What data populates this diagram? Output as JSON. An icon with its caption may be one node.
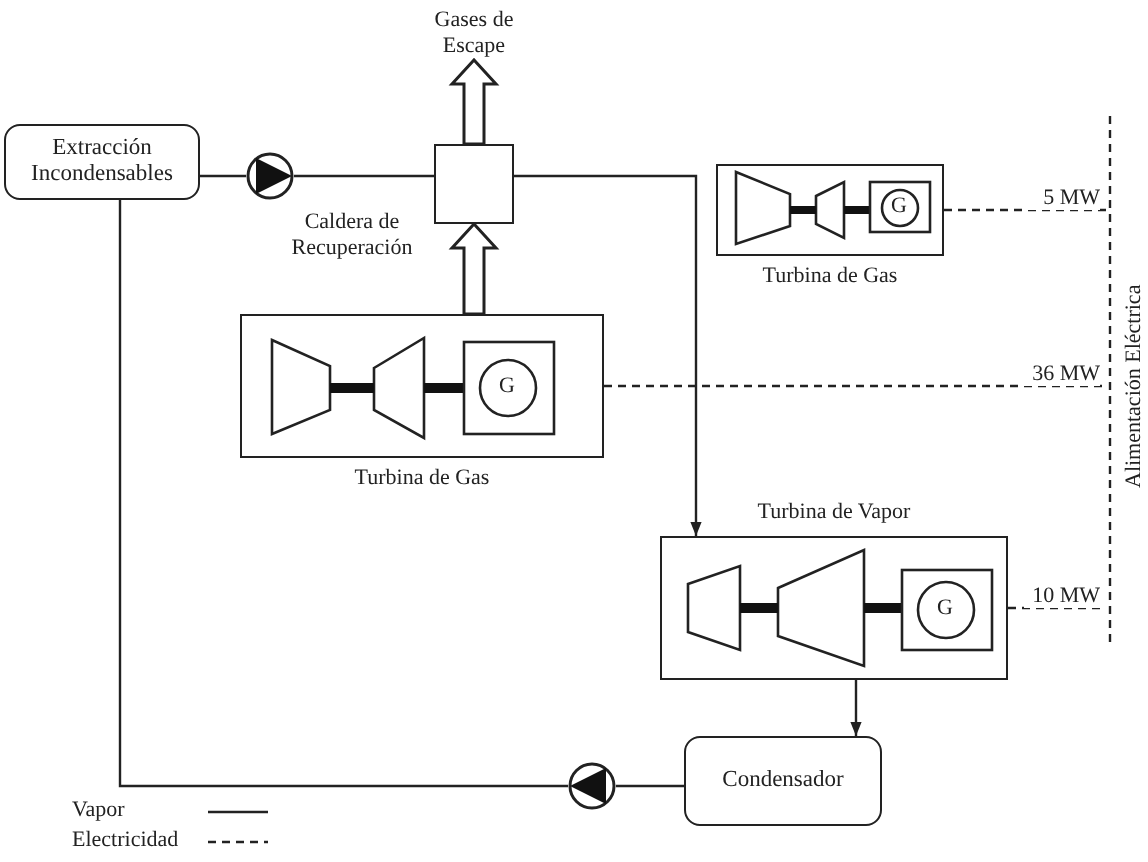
{
  "diagram": {
    "nodes": [
      {
        "text": [
          "Extracción Incondensables"
        ]
      },
      {
        "text": [],
        "shape": "circle"
      },
      {
        "text": [
          "Caldera de Recuperación"
        ]
      },
      {
        "text": [
          "Gases de Escape"
        ]
      },
      {
        "text": [
          "Turbina de Gas"
        ]
      },
      {
        "text": [
          "Turbina de Gas"
        ]
      },
      {
        "text": [
          "Turbina de Vapor"
        ]
      },
      {
        "text": [
          "Condensador"
        ]
      },
      {
        "text": [],
        "shape": "circle"
      },
      {
        "text": [
          "Alimentación Eléctrica"
        ]
      }
    ],
    "edges": [
      {
        "from": 0,
        "to": 1,
        "arrow": "none"
      },
      {
        "from": 1,
        "to": 2,
        "arrow": "none"
      },
      {
        "from": 2,
        "to": 3,
        "arrow": "to"
      },
      {
        "from": 5,
        "to": 2,
        "arrow": "to"
      },
      {
        "from": 2,
        "to": 6,
        "arrow": "to"
      },
      {
        "from": 6,
        "to": 7,
        "arrow": "to"
      },
      {
        "from": 7,
        "to": 8,
        "arrow": "none"
      },
      {
        "from": 8,
        "to": 0,
        "arrow": "none"
      },
      {
        "from": 4,
        "to": 9,
        "arrow": "none",
        "label": "5 MW",
        "style": "dashed"
      },
      {
        "from": 5,
        "to": 9,
        "arrow": "none",
        "label": "36 MW",
        "style": "dashed"
      },
      {
        "from": 6,
        "to": 9,
        "arrow": "none",
        "label": "10 MW",
        "style": "dashed"
      }
    ],
    "labels": [
      "G",
      "G",
      "G"
    ],
    "legend": [
      {
        "text": "Vapor"
      },
      {
        "text": "Electricidad"
      }
    ]
  }
}
